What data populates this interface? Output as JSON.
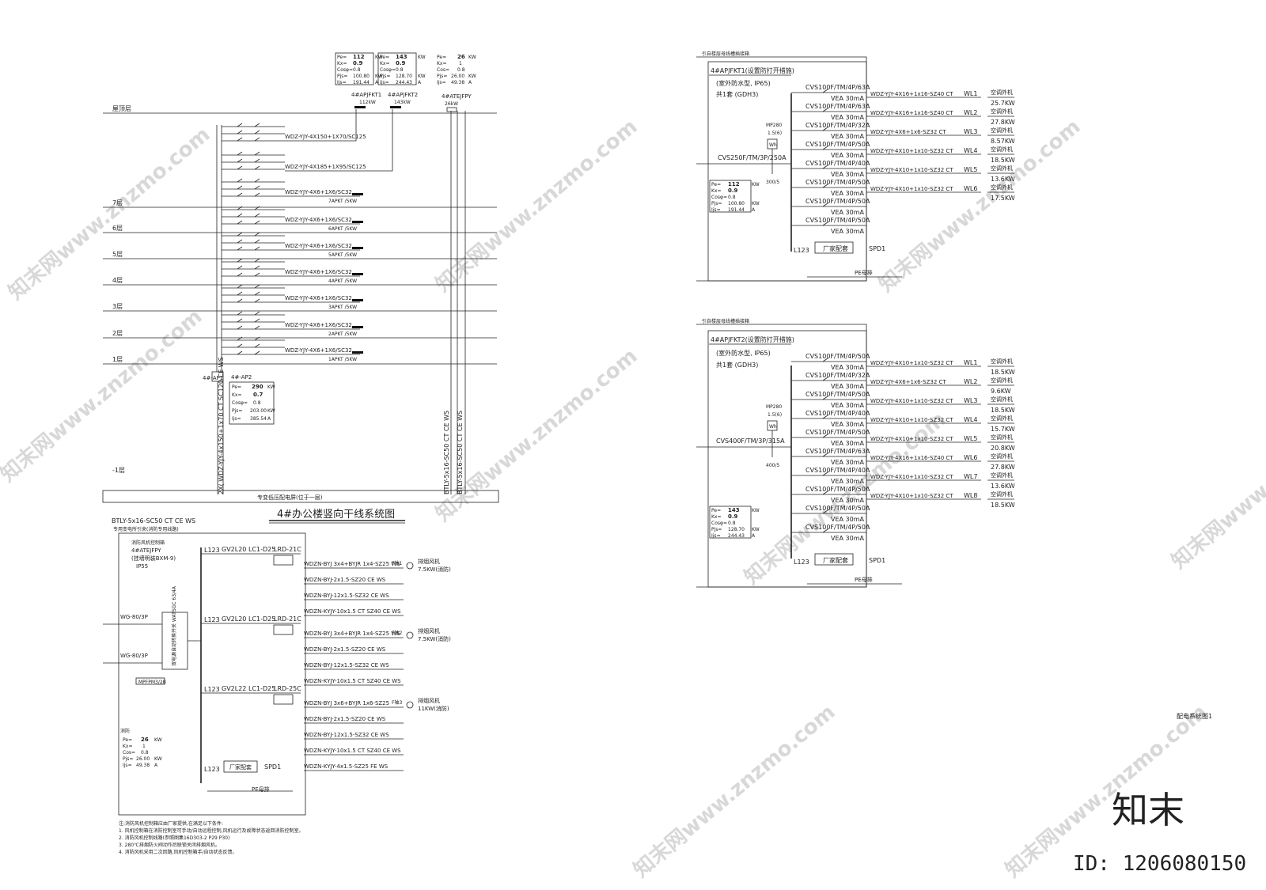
{
  "riser": {
    "floors": [
      "屋顶层",
      "7层",
      "6层",
      "5层",
      "4层",
      "3层",
      "2层",
      "1层",
      "-1层"
    ],
    "loads_top": [
      {
        "name": "4#APJFKT1",
        "power": "112kW"
      },
      {
        "name": "4#APJFKT2",
        "power": "143kW"
      },
      {
        "name": "4#ATEJFPY",
        "power": "26kW"
      }
    ],
    "calc_tables": [
      {
        "Pe": "112",
        "Kx": "0.9",
        "Cos": "0.8",
        "Pjs": "100.80",
        "Ijs": "191.44"
      },
      {
        "Pe": "143",
        "Kx": "0.9",
        "Cos": "0.8",
        "Pjs": "128.70",
        "Ijs": "244.43"
      },
      {
        "Pe": "26",
        "Kx": "1",
        "Cos": "0.8",
        "Pjs": "26.00",
        "Ijs": "49.38"
      }
    ],
    "ap2": {
      "name": "4#-AP2",
      "Pe": "290",
      "Kx": "0.7",
      "Cos": "0.8",
      "Pjs": "203.00",
      "Ijs": "385.54"
    },
    "cables": [
      "WDZ-YJY-4X150+1X70/SC125",
      "WDZ-YJY-4X185+1X95/SC125",
      "WDZ-YJY-4X6+1X6/SC32"
    ],
    "floor_loads": [
      "7APKT /5KW",
      "6APKT /5KW",
      "5APKT /5KW",
      "4APKT /5KW",
      "3APKT /5KW",
      "2APKT /5KW",
      "1APKT /5KW"
    ],
    "bottom_label": "专变低压配电屏(位于一层)",
    "vertical_cable_left": "2X( WDZ-YJY-4x150+1x70 CT SC120 CE WS",
    "vertical_cable_right": "BTLY-5x16-SC50  CT CE WS",
    "ap_label": "4#-AP1",
    "title": "4#办公楼竖向干线系统图"
  },
  "fire_panel": {
    "feeder": "BTLY-5x16-SC50   CT CE WS",
    "feeder_note": "专用变电所引来(消防专用线路)",
    "box_name": "4#ATEJFPY",
    "box_desc": "(挂墙明装BXM-9)",
    "ip": "IP55",
    "box_head": "消防风机控制箱",
    "inputs": [
      "WG-80/3P",
      "WG-80/3P"
    ],
    "ats": "双电源自动转换开关 WATSGC 63/4A",
    "module": "MPFPM3/2B",
    "l123": "L123",
    "branches": [
      {
        "switch": "GV2L20",
        "contactor": "LC1-D25",
        "relay": "LRD-21C",
        "lines": [
          "WDZN-BYJ 3x4+BYJR 1x4-SZ25  WS",
          "WDZN-BYJ-2x1.5-SZ20 CE WS",
          "WDZN-BYJ-12x1.5-SZ32 CE WS",
          "WDZN-KYJY-10x1.5 CT SZ40 CE WS"
        ],
        "load": "排烟风机",
        "power": "7.5KW(消防)",
        "fan": "F轴1"
      },
      {
        "switch": "GV2L20",
        "contactor": "LC1-D25",
        "relay": "LRD-21C",
        "lines": [
          "WDZN-BYJ 3x4+BYJR 1x4-SZ25  WS",
          "WDZN-BYJ-2x1.5-SZ20 CE WS",
          "WDZN-BYJ-12x1.5-SZ32 CE WS",
          "WDZN-KYJY-10x1.5 CT SZ40 CE WS"
        ],
        "load": "排烟风机",
        "power": "7.5KW(消防)",
        "fan": "F轴2"
      },
      {
        "switch": "GV2L22",
        "contactor": "LC1-D25",
        "relay": "LRD-25C",
        "lines": [
          "WDZN-BYJ 3x6+BYJR 1x6-SZ25",
          "WDZN-BYJ-2x1.5-SZ20 CE WS",
          "WDZN-BYJ-12x1.5-SZ32 CE WS",
          "WDZN-KYJY-10x1.5 CT SZ40 CE WS",
          "WDZN-KYJY-4x1.5-SZ25 FE WS"
        ],
        "load": "排烟风机",
        "power": "11KW(消防)",
        "fan": "F轴3"
      }
    ],
    "spd": "SPD1",
    "factory": "厂家配套",
    "pe": "PE母排",
    "calc": {
      "head": "消防",
      "Pe": "26",
      "Kx": "1",
      "Cos": "0.8",
      "Pjs": "26.00",
      "Ijs": "49.38"
    },
    "notes": [
      "注:消防风机控制箱应由厂家提供,在满足以下条件:",
      "1. 风机控制箱在消防控制室可手动/自动远程控制,风机运行及故障状态返回消防控制室。",
      "2. 消防风机控制线路(参照图集16D303-2 P29 P30)",
      "3. 280℃排烟防火阀动作后联锁关闭排烟风机。",
      "4. 消防风机采用二次回路,风机控制箱手/自动状态反馈。"
    ]
  },
  "apjfkt1": {
    "header": "引自楼层母线槽插接箱",
    "name": "4#APJFKT1(设置防打开措施)",
    "desc": "(室外防水型, IP65)",
    "qty": "共1套 (GDH3)",
    "meter": "MP280",
    "meter_spec": "1.5(6)",
    "main_breaker": "CVS250F/TM/3P/250A",
    "ct": "300/5",
    "calc": {
      "Pe": "112",
      "Kx": "0.9",
      "Cos": "0.8",
      "Pjs": "100.80",
      "Ijs": "191.44"
    },
    "circuits": [
      {
        "breaker": "CVS100F/TM/4P/63A",
        "rcd": "VEA 30mA",
        "cable": "WDZ-YJY-4X16+1x16-SZ40  CT",
        "wl": "WL1",
        "load": "空调外机",
        "power": "25.7KW"
      },
      {
        "breaker": "CVS100F/TM/4P/63A",
        "rcd": "VEA 30mA",
        "cable": "WDZ-YJY-4X16+1x16-SZ40  CT",
        "wl": "WL2",
        "load": "空调外机",
        "power": "27.8KW"
      },
      {
        "breaker": "CVS100F/TM/4P/32A",
        "rcd": "VEA 30mA",
        "cable": "WDZ-YJY-4X6+1x6-SZ32  CT",
        "wl": "WL3",
        "load": "空调外机",
        "power": "8.57KW"
      },
      {
        "breaker": "CVS100F/TM/4P/50A",
        "rcd": "VEA 30mA",
        "cable": "WDZ-YJY-4X10+1x10-SZ32  CT",
        "wl": "WL4",
        "load": "空调外机",
        "power": "18.5KW"
      },
      {
        "breaker": "CVS100F/TM/4P/40A",
        "rcd": "VEA 30mA",
        "cable": "WDZ-YJY-4X10+1x10-SZ32  CT",
        "wl": "WL5",
        "load": "空调外机",
        "power": "13.6KW"
      },
      {
        "breaker": "CVS100F/TM/4P/50A",
        "rcd": "VEA 30mA",
        "cable": "WDZ-YJY-4X10+1x10-SZ32  CT",
        "wl": "WL6",
        "load": "空调外机",
        "power": "17.5KW"
      },
      {
        "breaker": "CVS100F/TM/4P/50A",
        "rcd": "VEA 30mA",
        "cable": "",
        "wl": "",
        "load": "",
        "power": ""
      },
      {
        "breaker": "CVS100F/TM/4P/50A",
        "rcd": "VEA 30mA",
        "cable": "",
        "wl": "",
        "load": "",
        "power": ""
      }
    ],
    "l123": "L123",
    "factory": "厂家配套",
    "spd": "SPD1",
    "pe": "PE母排"
  },
  "apjfkt2": {
    "header": "引自楼层母线槽插接箱",
    "name": "4#APJFKT2(设置防打开措施)",
    "desc": "(室外防水型, IP65)",
    "qty": "共1套 (GDH3)",
    "meter": "MP280",
    "meter_spec": "1.5(6)",
    "main_breaker": "CVS400F/TM/3P/315A",
    "ct": "400/5",
    "calc": {
      "Pe": "143",
      "Kx": "0.9",
      "Cos": "0.8",
      "Pjs": "128.70",
      "Ijs": "244.43"
    },
    "circuits": [
      {
        "breaker": "CVS100F/TM/4P/50A",
        "rcd": "VEA 30mA",
        "cable": "WDZ-YJY-4X10+1x10-SZ32  CT",
        "wl": "WL1",
        "load": "空调外机",
        "power": "18.5KW"
      },
      {
        "breaker": "CVS100F/TM/4P/32A",
        "rcd": "VEA 30mA",
        "cable": "WDZ-YJY-4X6+1x6-SZ32  CT",
        "wl": "WL2",
        "load": "空调外机",
        "power": "9.6KW"
      },
      {
        "breaker": "CVS100F/TM/4P/50A",
        "rcd": "VEA 30mA",
        "cable": "WDZ-YJY-4X10+1x10-SZ32  CT",
        "wl": "WL3",
        "load": "空调外机",
        "power": "18.5KW"
      },
      {
        "breaker": "CVS100F/TM/4P/40A",
        "rcd": "VEA 30mA",
        "cable": "WDZ-YJY-4X10+1x10-SZ32  CT",
        "wl": "WL4",
        "load": "空调外机",
        "power": "15.7KW"
      },
      {
        "breaker": "CVS100F/TM/4P/50A",
        "rcd": "VEA 30mA",
        "cable": "WDZ-YJY-4X10+1x10-SZ32  CT",
        "wl": "WL5",
        "load": "空调外机",
        "power": "20.8KW"
      },
      {
        "breaker": "CVS100F/TM/4P/63A",
        "rcd": "VEA 30mA",
        "cable": "WDZ-YJY-4X16+1x16-SZ40  CT",
        "wl": "WL6",
        "load": "空调外机",
        "power": "27.8KW"
      },
      {
        "breaker": "CVS100F/TM/4P/40A",
        "rcd": "VEA 30mA",
        "cable": "WDZ-YJY-4X10+1x10-SZ32  CT",
        "wl": "WL7",
        "load": "空调外机",
        "power": "13.6KW"
      },
      {
        "breaker": "CVS100F/TM/4P/50A",
        "rcd": "VEA 30mA",
        "cable": "WDZ-YJY-4X10+1x10-SZ32  CT",
        "wl": "WL8",
        "load": "空调外机",
        "power": "18.5KW"
      },
      {
        "breaker": "CVS100F/TM/4P/50A",
        "rcd": "VEA 30mA",
        "cable": "",
        "wl": "",
        "load": "",
        "power": ""
      },
      {
        "breaker": "CVS100F/TM/4P/50A",
        "rcd": "VEA 30mA",
        "cable": "",
        "wl": "",
        "load": "",
        "power": ""
      }
    ],
    "l123": "L123",
    "factory": "厂家配套",
    "spd": "SPD1",
    "pe": "PE母排"
  },
  "sheet_title": "配电系统图1",
  "brand": "知末",
  "id_text": "ID: 1206080150",
  "watermark": "知末网www.znzmo.com"
}
